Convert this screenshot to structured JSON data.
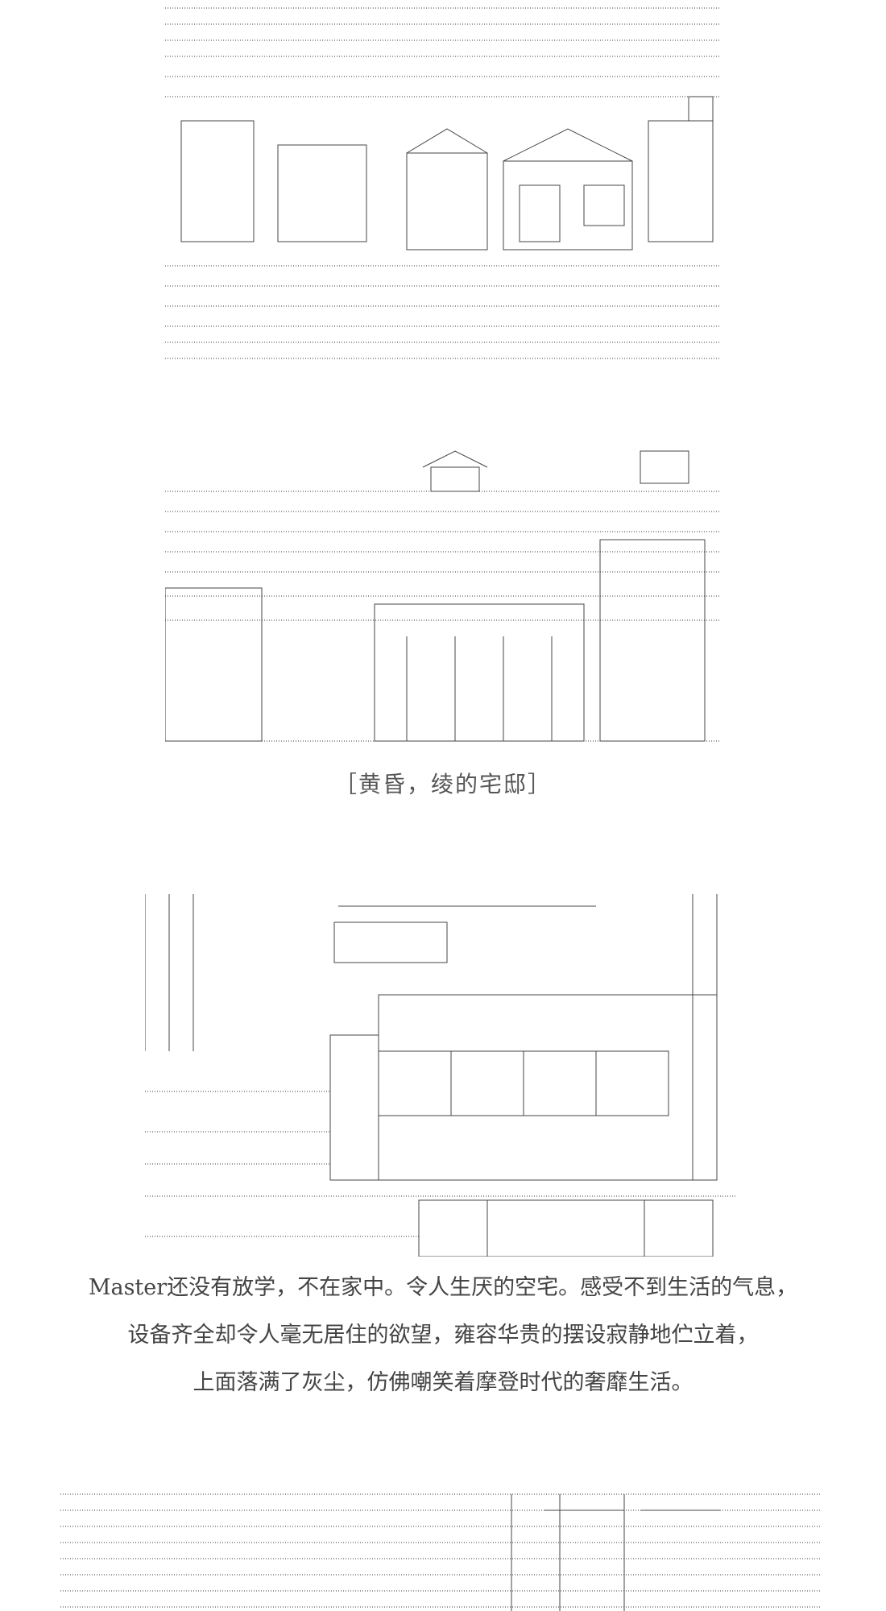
{
  "scene": {
    "location_caption": "［黄昏，绫的宅邸］",
    "narration_lines": [
      "Master还没有放学，不在家中。令人生厌的空宅。感受不到生活的气息，",
      "设备齐全却令人毫无居住的欲望，雍容华贵的摆设寂静地伫立着，",
      "上面落满了灰尘，仿佛嘲笑着摩登时代的奢靡生活。"
    ]
  },
  "colors": {
    "text": "#444444",
    "art": "#333333",
    "background": "#ffffff"
  }
}
